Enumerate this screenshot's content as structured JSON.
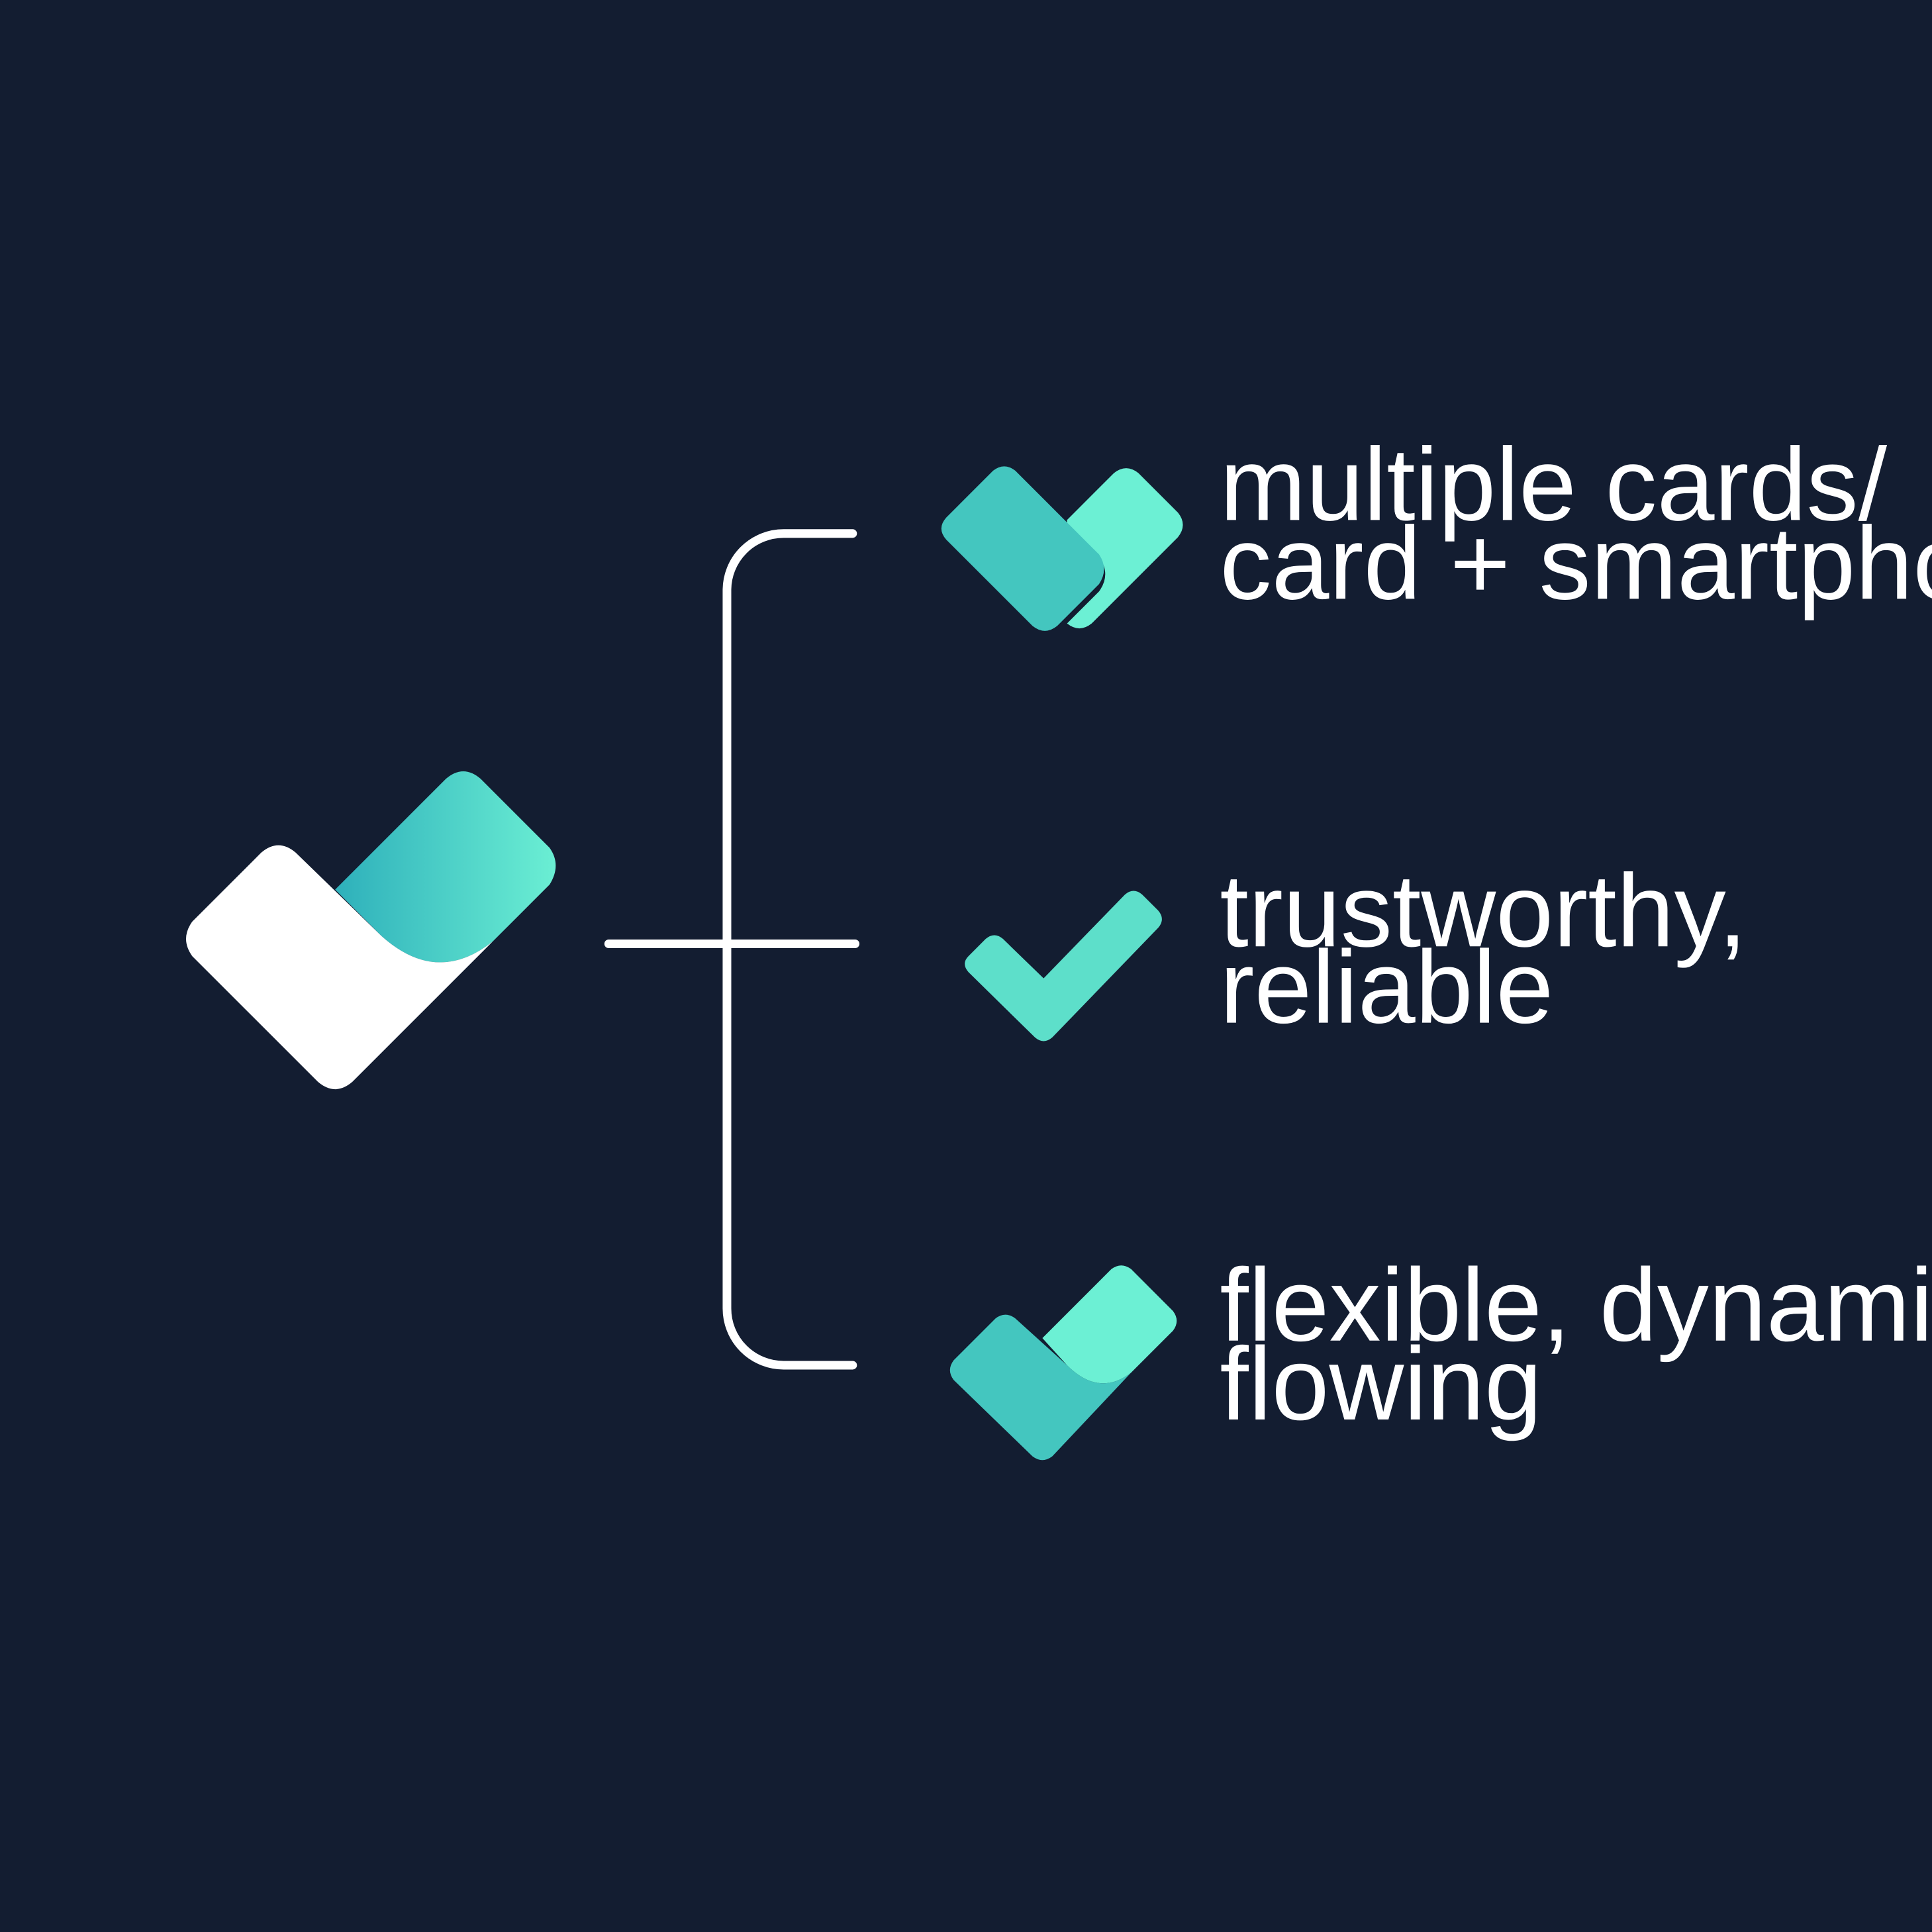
{
  "colors": {
    "background": "#131d31",
    "white": "#ffffff",
    "teal_dark": "#2fb1bb",
    "teal_mid": "#44c6bf",
    "teal_light": "#6cf0d4",
    "teal_check": "#5ddfca"
  },
  "main_mark": {
    "icon": "logo-checkmark-icon"
  },
  "features": [
    {
      "icon": "stacked-cards-icon",
      "lines": [
        "multiple cards/",
        "card + smartphone"
      ]
    },
    {
      "icon": "checkmark-icon",
      "lines": [
        "trustworthy,",
        "reliable"
      ]
    },
    {
      "icon": "flowing-checkmark-icon",
      "lines": [
        "flexible, dynamic,",
        "flowing"
      ]
    }
  ]
}
